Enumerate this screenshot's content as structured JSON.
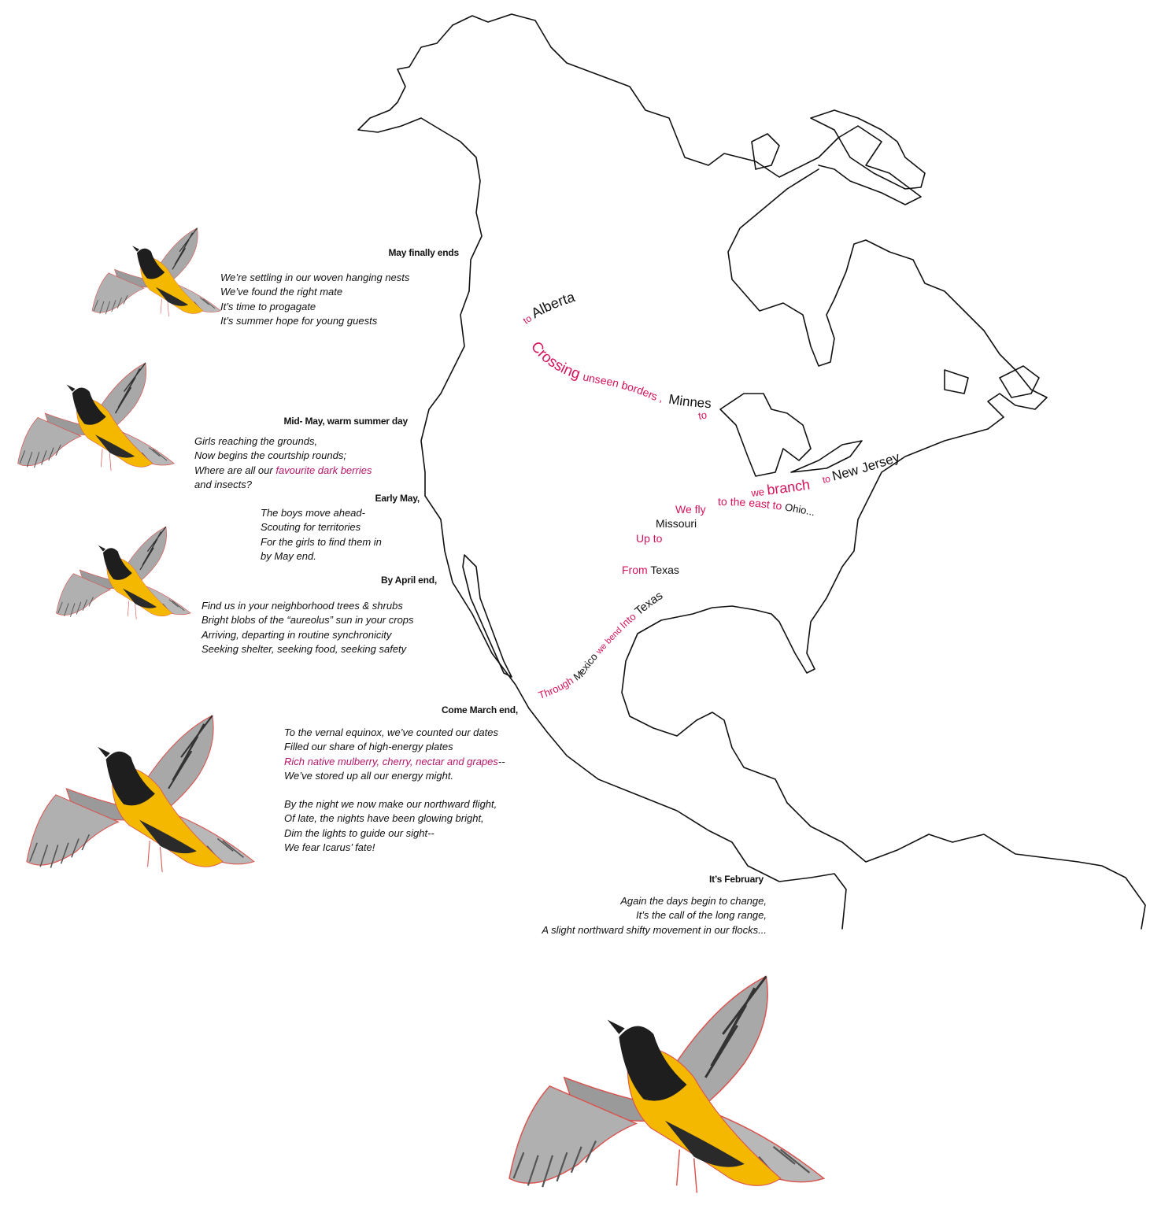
{
  "colors": {
    "accent": "#d4145a",
    "highlight": "#b5156a",
    "ink": "#111111",
    "bird_yellow": "#f5b800",
    "bird_black": "#1e1e1e",
    "bird_gray": "#9a9a9a",
    "bird_outline": "#d9534f"
  },
  "stanzas": {
    "may_end": {
      "heading": "May finally ends",
      "lines": [
        "We’re settling in our  woven hanging nests",
        "We’ve found the right mate",
        "It’s time to progagate",
        "It’s summer hope for young guests"
      ]
    },
    "mid_may": {
      "heading": "Mid- May, warm summer day",
      "l1": "Girls reaching the grounds,",
      "l2": "Now begins the courtship rounds;",
      "l3_pre": "Where are all our ",
      "l3_hl": "favourite dark berries",
      "l4": "and insects?"
    },
    "early_may": {
      "heading": "Early May,",
      "lines": [
        "The boys move ahead-",
        "Scouting for territories",
        "For the girls to find them in",
        "by May end."
      ]
    },
    "april_end": {
      "heading": "By April end,",
      "lines": [
        "Find us in your neighborhood trees & shrubs",
        "Bright blobs of the “aureolus” sun in your crops",
        "Arriving, departing in routine synchronicity",
        "Seeking shelter, seeking food, seeking safety"
      ]
    },
    "march_end": {
      "heading": "Come March end,",
      "l1": "To the vernal equinox, we’ve counted our dates",
      "l2": "Filled our share of high-energy plates",
      "l3_hl": "Rich native mulberry, cherry, nectar and grapes",
      "l3_post": "--",
      "l4": "We’ve stored up all our energy might.",
      "l5": "By the night we now make our northward flight,",
      "l6": "Of late, the nights have been glowing bright,",
      "l7": "Dim the lights to guide our sight--",
      "l8": "We fear Icarus’ fate!"
    },
    "february": {
      "heading": "It’s February",
      "lines": [
        "Again the days begin to change,",
        "It’s the call of the long range,",
        "A slight northward shifty movement in our flocks..."
      ]
    }
  },
  "route": {
    "to1": "to ",
    "alberta": "Alberta",
    "crossing": "Crossing ",
    "unseen": "unseen borders ,",
    "minnesota": "Minnesota",
    "to2": "to",
    "to3": "to ",
    "new_jersey": "New Jersey",
    "we": "we ",
    "branch": "branch",
    "to_east": "to the east to ",
    "ohio": "Ohio...",
    "we_fly": "We fly",
    "missouri": "Missouri",
    "up_to": "Up to",
    "from": "From ",
    "texas1": "Texas",
    "through": "Through ",
    "mexico": "Mexico ",
    "we_bend": "we bend ",
    "into": "Into ",
    "texas2": "Texas"
  }
}
